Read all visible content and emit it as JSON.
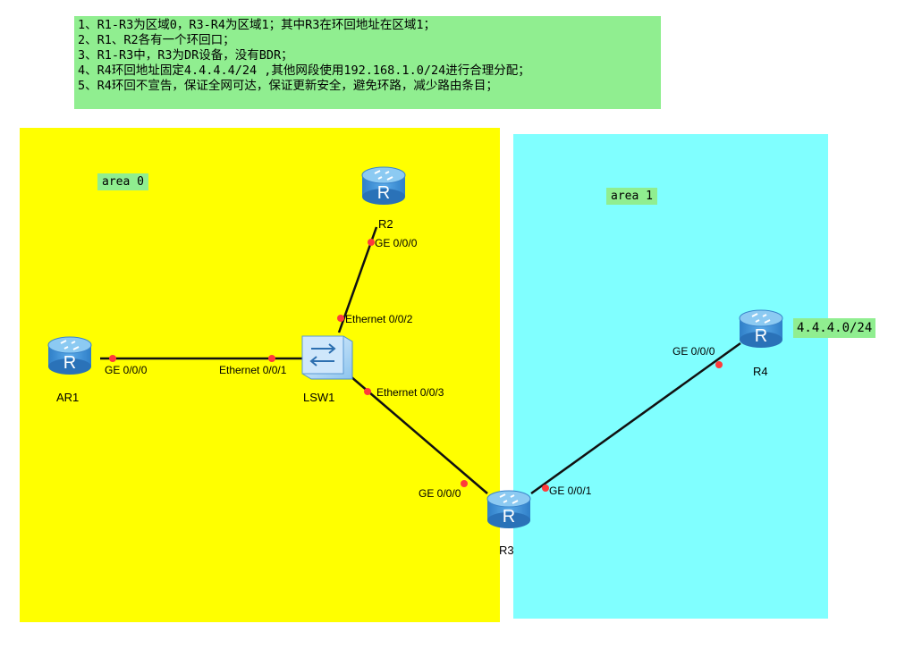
{
  "requirements": [
    "1、R1-R3为区域0，R3-R4为区域1；其中R3在环回地址在区域1；",
    "2、R1、R2各有一个环回口；",
    "3、R1-R3中，R3为DR设备，没有BDR；",
    "4、R4环回地址固定4.4.4.4/24 ,其他网段使用192.168.1.0/24进行合理分配；",
    "5、R4环回不宣告，保证全网可达，保证更新安全，避免环路，减少路由条目；"
  ],
  "areas": {
    "area0": {
      "label": "area 0",
      "color": "#ffff00"
    },
    "area1": {
      "label": "area 1",
      "color": "#80ffff"
    }
  },
  "loopback_tag": "4.4.4.0/24",
  "devices": {
    "ar1": {
      "name": "AR1",
      "type": "router"
    },
    "r2": {
      "name": "R2",
      "type": "router"
    },
    "r3": {
      "name": "R3",
      "type": "router"
    },
    "r4": {
      "name": "R4",
      "type": "router"
    },
    "lsw1": {
      "name": "LSW1",
      "type": "switch"
    }
  },
  "links": {
    "ar1_lsw1": {
      "a": "GE 0/0/0",
      "b": "Ethernet 0/0/1"
    },
    "r2_lsw1": {
      "a": "GE 0/0/0",
      "b": "Ethernet 0/0/2"
    },
    "lsw1_r3": {
      "a": "Ethernet 0/0/3",
      "b": "GE 0/0/0"
    },
    "r3_r4": {
      "a": "GE 0/0/1",
      "b": "GE 0/0/0"
    }
  },
  "colors": {
    "port_dot": "#ff3b3b",
    "link": "#111111",
    "router_body": "#3b8fd8",
    "router_top": "#7cc0f0"
  }
}
